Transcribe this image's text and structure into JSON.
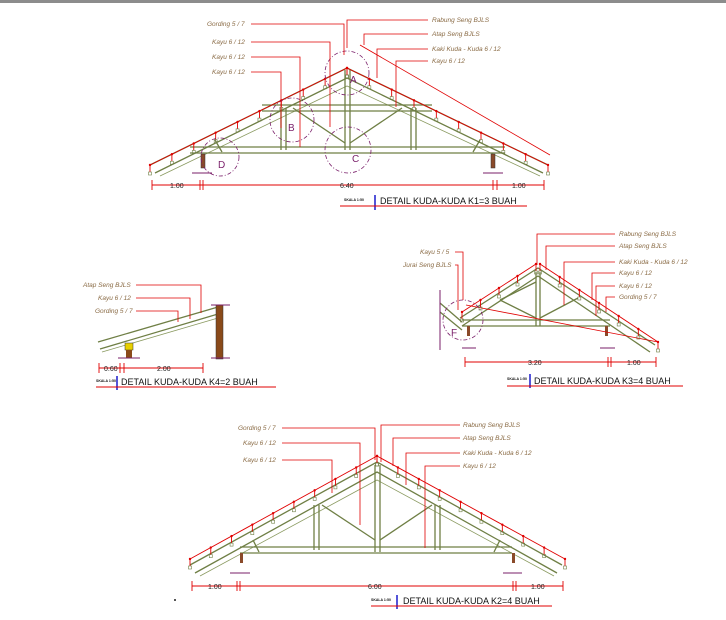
{
  "drawings": {
    "k1": {
      "title": "DETAIL KUDA-KUDA K1=3 BUAH",
      "scale": "SKALA 1:50",
      "labels_left": [
        "Gording 5 / 7",
        "Kayu 6 / 12",
        "Kayu 6 / 12",
        "Kayu 6 / 12"
      ],
      "labels_right": [
        "Rabung Seng BJLS",
        "Atap Seng BJLS",
        "Kaki Kuda - Kuda 6 / 12",
        "Kayu 6 / 12"
      ],
      "dims": [
        "1.00",
        "6.40",
        "1.00"
      ],
      "details": [
        "A",
        "B",
        "C",
        "D"
      ]
    },
    "k4": {
      "title": "DETAIL KUDA-KUDA K4=2 BUAH",
      "scale": "SKALA 1:50",
      "labels": [
        "Atap Seng BJLS",
        "Kayu 6 / 12",
        "Gording 5 / 7"
      ],
      "dims": [
        "0.60",
        "2.00"
      ]
    },
    "k3": {
      "title": "DETAIL KUDA-KUDA K3=4 BUAH",
      "scale": "SKALA 1:50",
      "labels_left": [
        "Kayu 5 / 5",
        "Jurai Seng BJLS"
      ],
      "labels_right": [
        "Rabung Seng BJLS",
        "Atap Seng BJLS",
        "Kaki Kuda - Kuda 6 / 12",
        "Kayu 6 / 12",
        "Kayu 6 / 12",
        "Gording 5 / 7"
      ],
      "dims": [
        "3.20",
        "1.00"
      ],
      "details": [
        "F"
      ]
    },
    "k2": {
      "title": "DETAIL KUDA-KUDA K2=4 BUAH",
      "scale": "SKALA 1:50",
      "labels_left": [
        "Gording 5 / 7",
        "Kayu 6 / 12",
        "Kayu 6 / 12"
      ],
      "labels_right": [
        "Rabung Seng BJLS",
        "Atap Seng BJLS",
        "Kaki Kuda - Kuda 6 / 12",
        "Kayu 6 / 12"
      ],
      "dims": [
        "1.00",
        "6.00",
        "1.00"
      ]
    }
  },
  "colors": {
    "truss": "#6f7f45",
    "dimension": "#e00000",
    "label": "#8a6b45",
    "detail": "#7a1f6a"
  }
}
